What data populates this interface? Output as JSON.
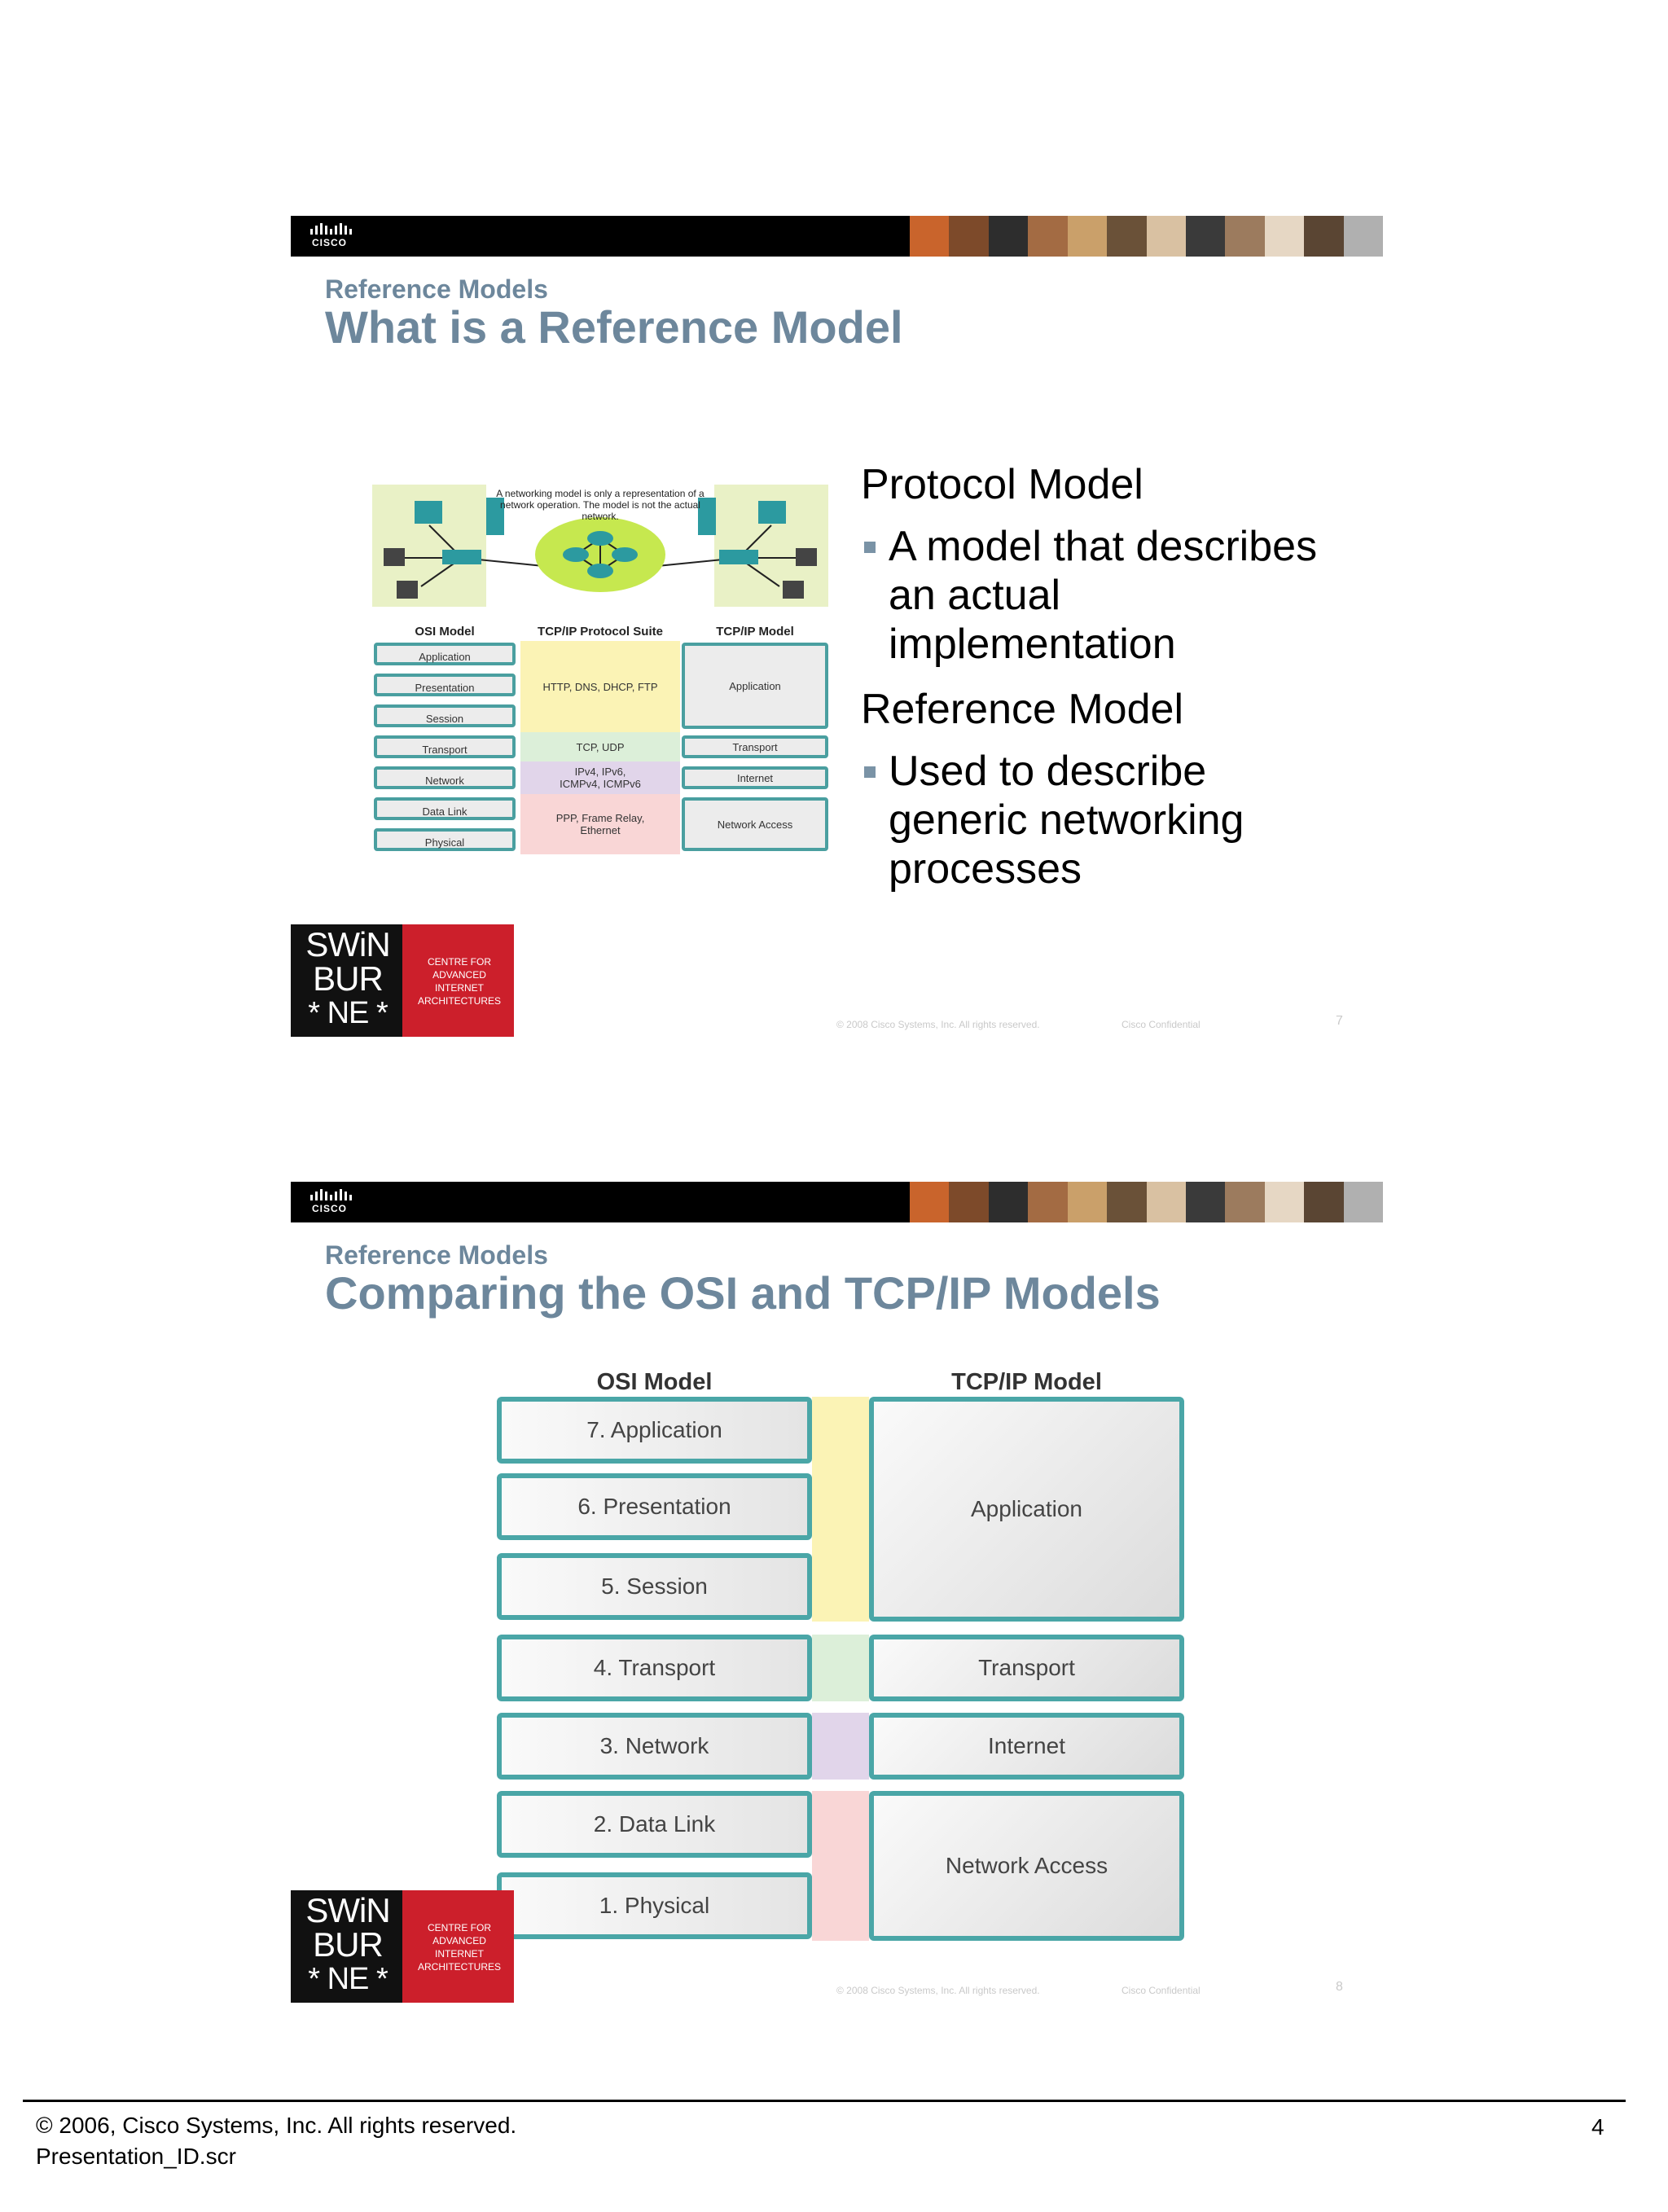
{
  "slide1": {
    "logo_text": "CISCO",
    "section": "Reference Models",
    "title": "What is a Reference Model",
    "figure": {
      "caption": "A networking model is only a representation of a network operation. The model is not the actual network.",
      "headers": [
        "OSI Model",
        "TCP/IP Protocol  Suite",
        "TCP/IP Model"
      ],
      "osi_layers": [
        "Application",
        "Presentation",
        "Session",
        "Transport",
        "Network",
        "Data Link",
        "Physical"
      ],
      "suite_bands": [
        "HTTP, DNS, DHCP, FTP",
        "TCP, UDP",
        "IPv4, IPv6, ICMPv4, ICMPv6",
        "PPP, Frame Relay, Ethernet"
      ],
      "tcp_layers": [
        "Application",
        "Transport",
        "Internet",
        "Network Access"
      ]
    },
    "bullets": {
      "h1": "Protocol Model",
      "b1": "A model that describes an actual implementation",
      "h2": "Reference Model",
      "b2": "Used to describe generic networking processes"
    },
    "swinburne": {
      "l1": "SWiN",
      "l2": "BUR",
      "l3": "* NE *",
      "red": "CENTRE FOR ADVANCED INTERNET ARCHITECTURES"
    },
    "copyright": "© 2008 Cisco Systems, Inc. All rights reserved.",
    "confidential": "Cisco Confidential",
    "page": "7"
  },
  "slide2": {
    "logo_text": "CISCO",
    "section": "Reference Models",
    "title": "Comparing the OSI and TCP/IP Models",
    "osi_header": "OSI Model",
    "tcp_header": "TCP/IP Model",
    "osi_layers": [
      "7. Application",
      "6. Presentation",
      "5. Session",
      "4. Transport",
      "3. Network",
      "2. Data Link",
      "1. Physical"
    ],
    "tcp_layers": [
      "Application",
      "Transport",
      "Internet",
      "Network Access"
    ],
    "swinburne": {
      "l1": "SWiN",
      "l2": "BUR",
      "l3": "* NE *",
      "red": "CENTRE FOR ADVANCED INTERNET ARCHITECTURES"
    },
    "copyright": "© 2008 Cisco Systems, Inc. All rights reserved.",
    "confidential": "Cisco Confidential",
    "page": "8"
  },
  "footer": {
    "copyright": "© 2006, Cisco Systems, Inc. All rights reserved.",
    "file": "Presentation_ID.scr",
    "page": "4"
  },
  "colors": {
    "title": "#6d879c",
    "teal": "#4aa6a7",
    "yellow": "#fbf3b5",
    "green": "#dcefd9",
    "purple": "#e1d5ea",
    "pink": "#f9d6d6",
    "swin_red": "#cc1f2b"
  }
}
